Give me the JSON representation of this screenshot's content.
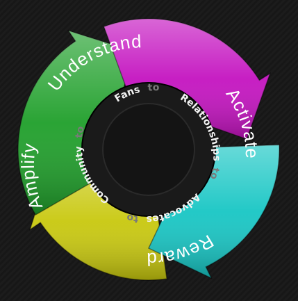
{
  "stages": [
    {
      "label": "Understand",
      "color": "#1f9f2a"
    },
    {
      "label": "Activate",
      "color": "#c413c0"
    },
    {
      "label": "Reward",
      "color": "#17c6c4"
    },
    {
      "label": "Amplify",
      "color": "#c8c80e"
    }
  ],
  "ring": {
    "words": [
      "Fans",
      "Relationships",
      "Advocates",
      "Community"
    ],
    "connector": "to"
  },
  "background_color": "#141414"
}
